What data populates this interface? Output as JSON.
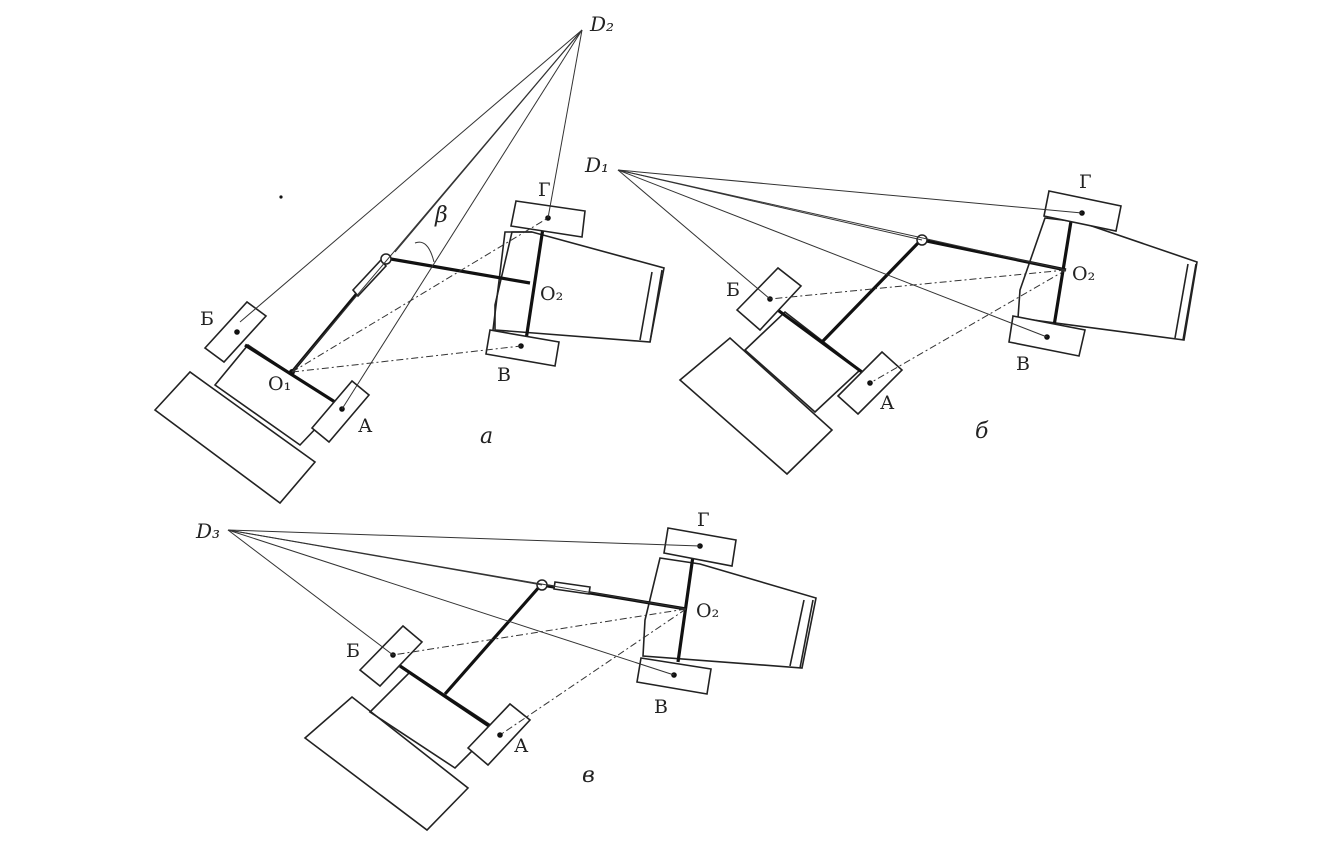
{
  "figure": {
    "panel_a": {
      "caption": "а",
      "pole": "D₂",
      "angle": "β",
      "front_pivot": "O₁",
      "rear_pivot": "O₂",
      "wheel_left_front": "Б",
      "wheel_right_front": "А",
      "wheel_left_rear": "Г",
      "wheel_right_rear": "В"
    },
    "panel_b": {
      "caption": "б",
      "pole": "D₁",
      "rear_pivot": "O₂",
      "wheel_left_front": "Б",
      "wheel_right_front": "А",
      "wheel_left_rear": "Г",
      "wheel_right_rear": "В"
    },
    "panel_c": {
      "caption": "в",
      "pole": "D₃",
      "rear_pivot": "O₂",
      "wheel_left_front": "Б",
      "wheel_right_front": "А",
      "wheel_left_rear": "Г",
      "wheel_right_rear": "В"
    }
  }
}
